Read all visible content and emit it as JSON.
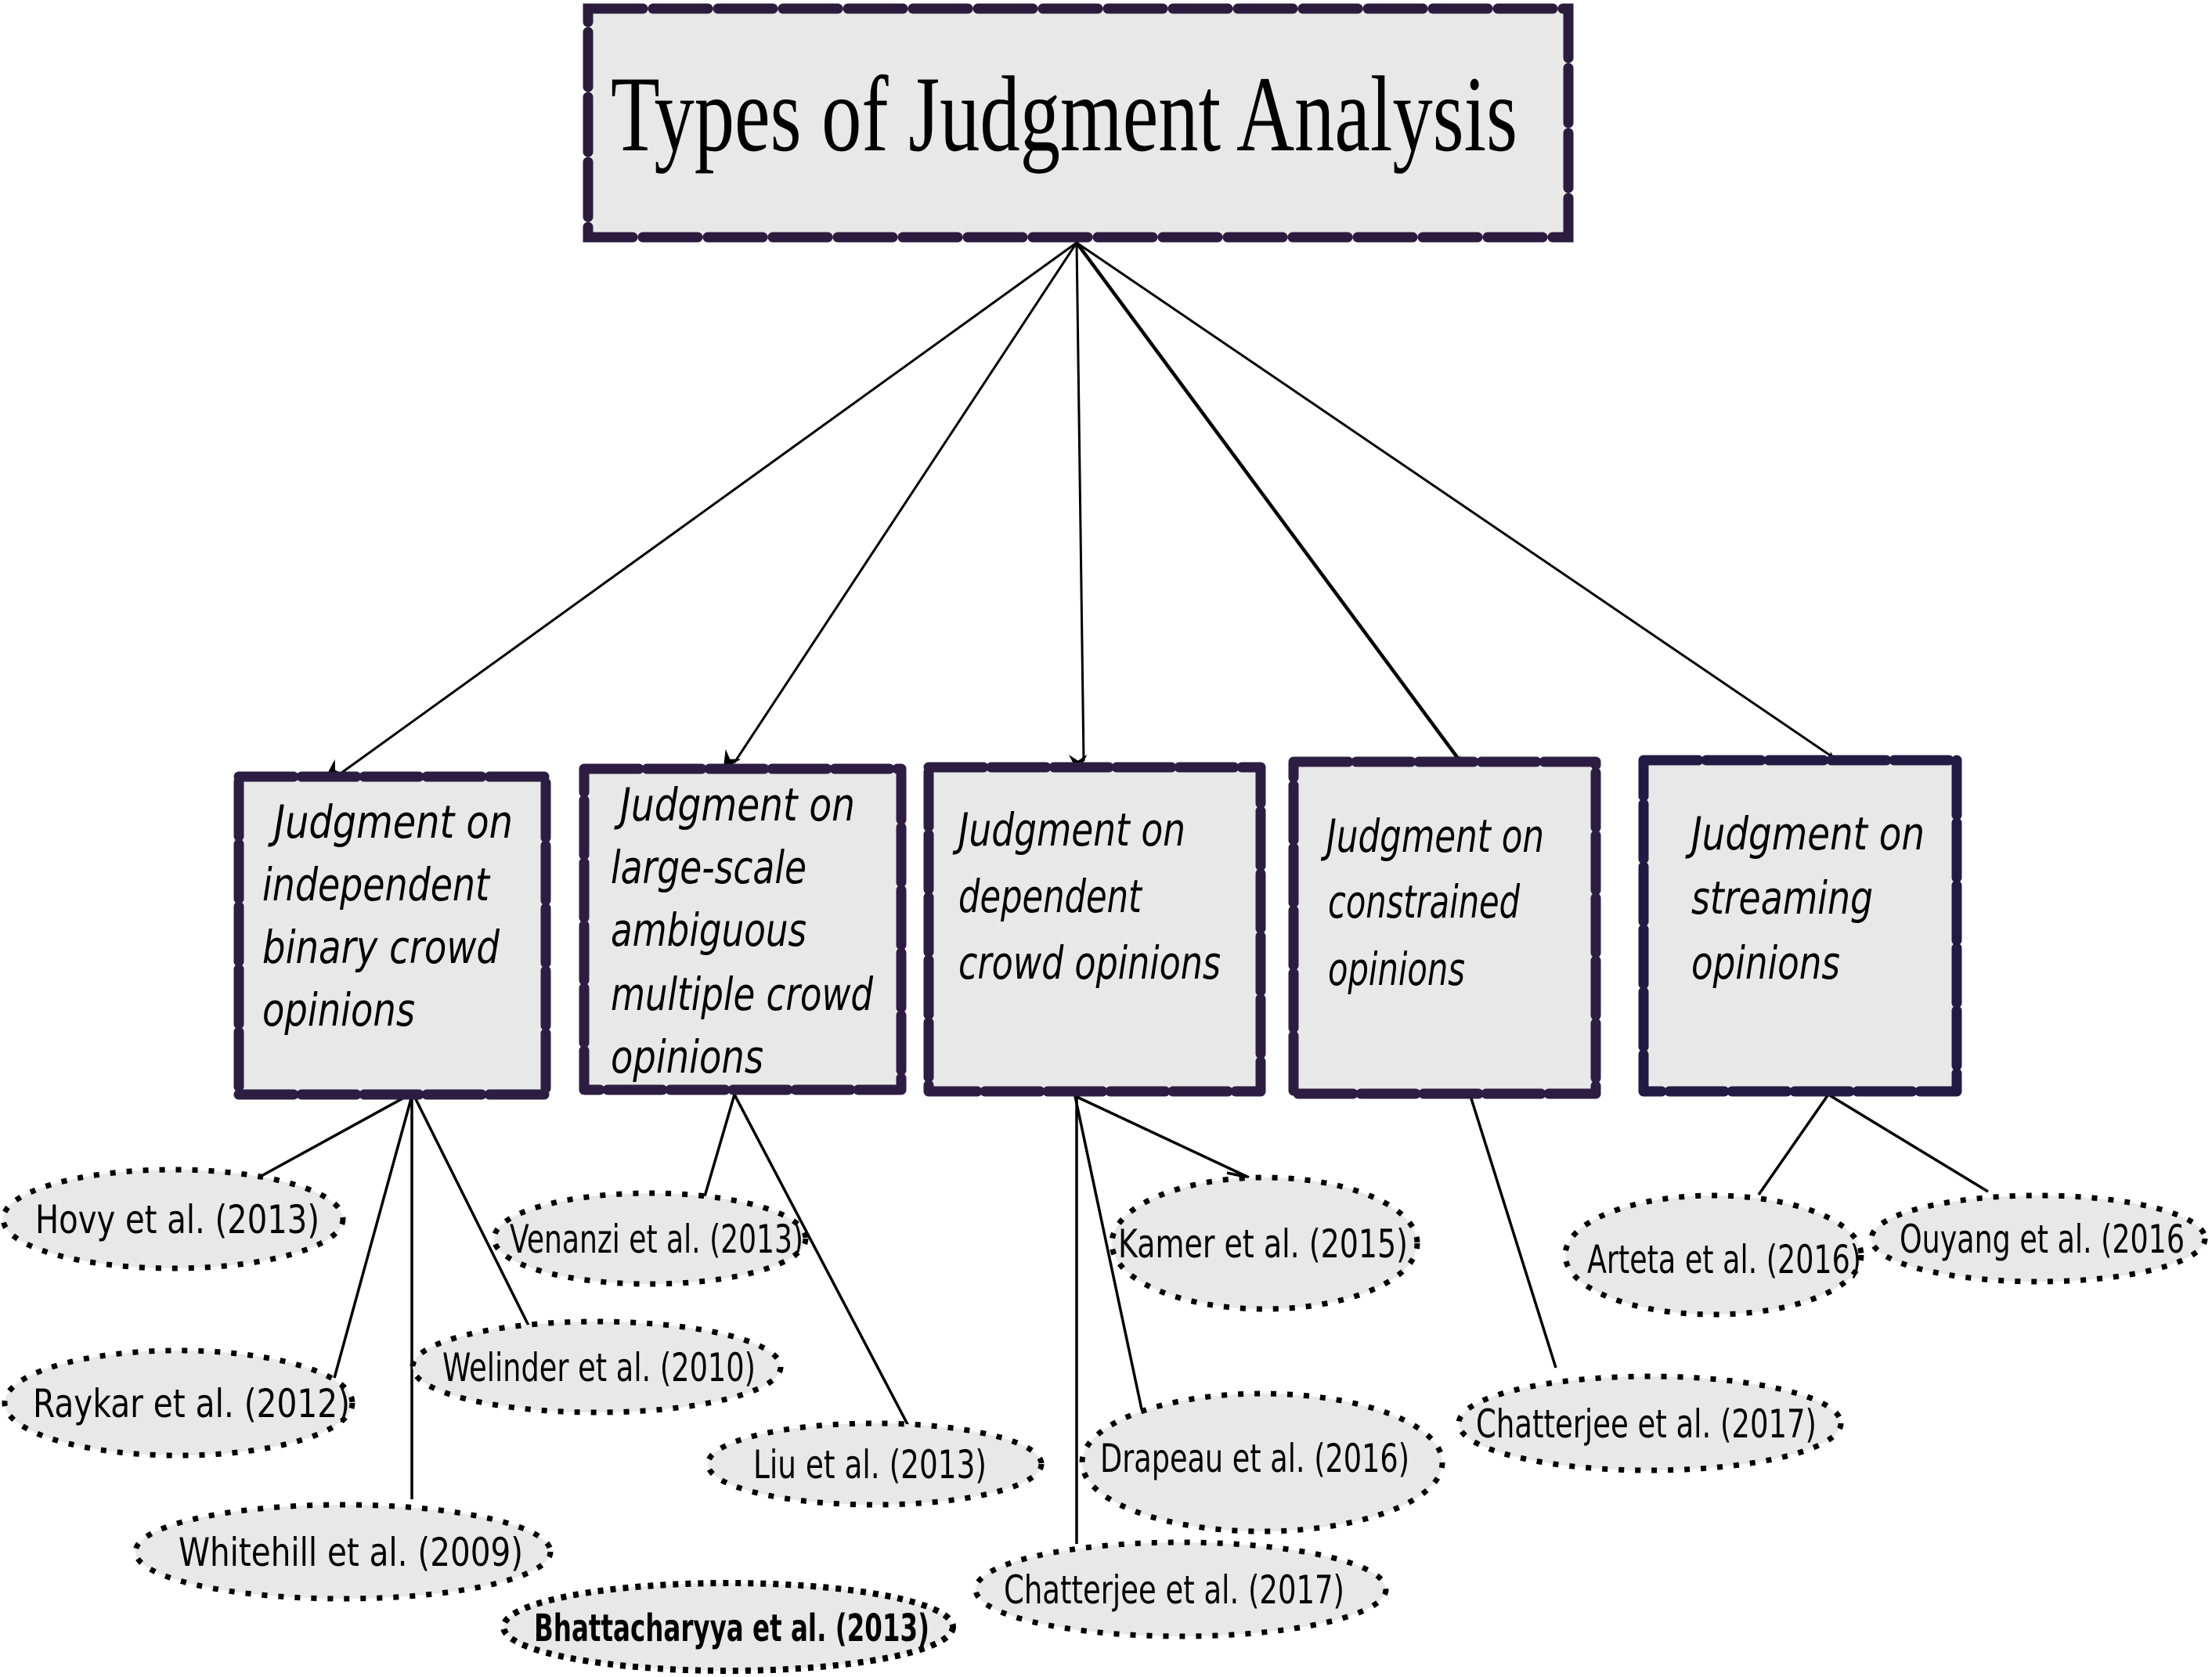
{
  "diagram": {
    "title": "Types of Judgment Analysis",
    "categories": [
      {
        "id": "independent-binary",
        "lines": [
          "Judgment on",
          "independent",
          "binary crowd",
          "opinions"
        ],
        "references": [
          "Hovy et al. (2013)",
          "Raykar et al. (2012)",
          "Whitehill et al. (2009)",
          "Welinder et al. (2010)"
        ]
      },
      {
        "id": "large-scale-ambiguous",
        "lines": [
          "Judgment on",
          "large-scale",
          "ambiguous",
          "multiple crowd",
          "opinions"
        ],
        "references": [
          "Venanzi et al. (2013)",
          "Liu et al. (2013)",
          "Bhattacharyya et al. (2013)"
        ]
      },
      {
        "id": "dependent",
        "lines": [
          "Judgment on",
          "dependent",
          "crowd opinions"
        ],
        "references": [
          "Kamer et al. (2015)",
          "Drapeau et al. (2016)",
          "Chatterjee et al. (2017)"
        ]
      },
      {
        "id": "constrained",
        "lines": [
          "Judgment on",
          "constrained",
          "opinions"
        ],
        "references": [
          "Chatterjee et al. (2017)"
        ]
      },
      {
        "id": "streaming",
        "lines": [
          "Judgment on",
          "streaming",
          "opinions"
        ],
        "references": [
          "Arteta et al. (2016)",
          "Ouyang et al. (2016"
        ]
      }
    ]
  },
  "colors": {
    "box_border": "#2e1d42",
    "streaming_box_border": "#211b44",
    "box_fill": "#e8e8e8",
    "ellipse_fill": "#e8e8e8",
    "line": "#000000"
  }
}
